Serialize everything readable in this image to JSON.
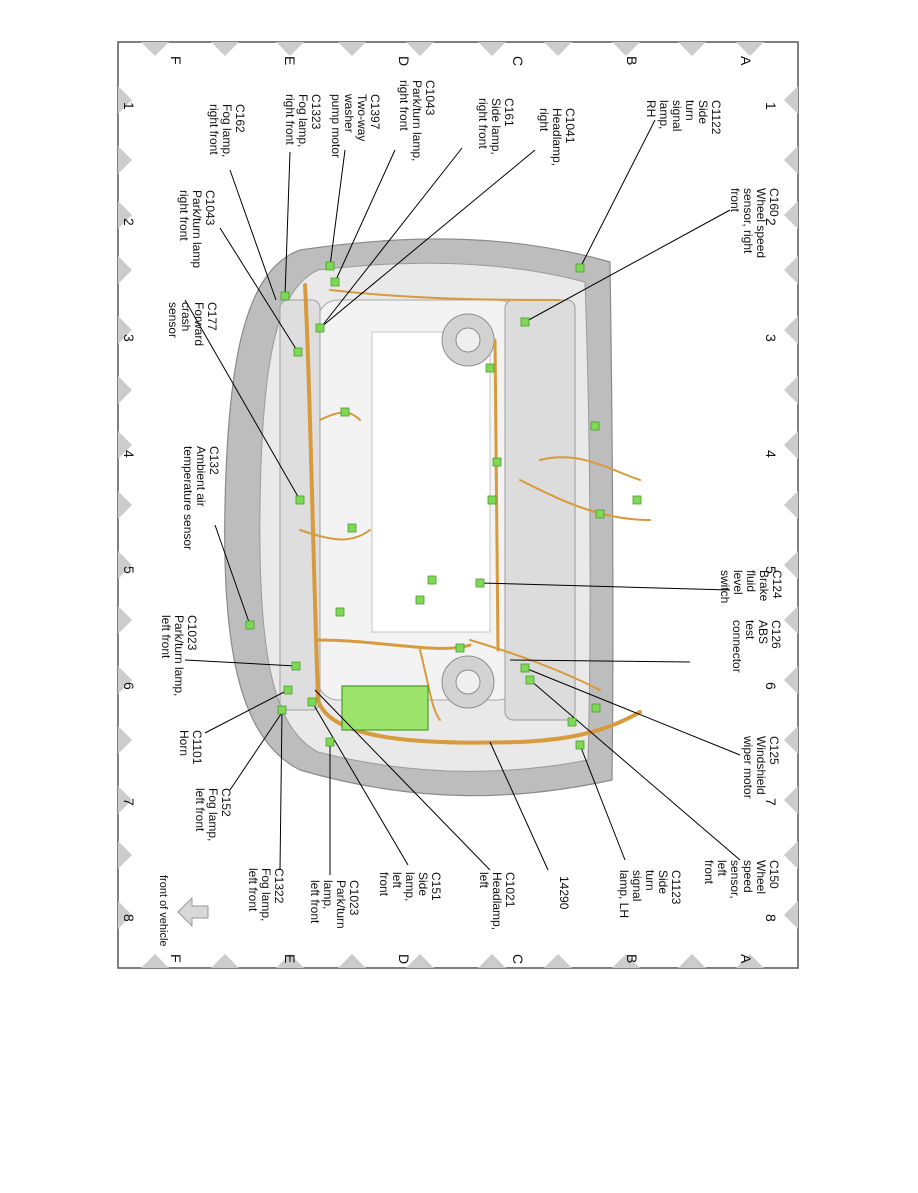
{
  "grid": {
    "rows": [
      "A",
      "B",
      "C",
      "D",
      "E",
      "F"
    ],
    "cols": [
      "1",
      "2",
      "3",
      "4",
      "5",
      "6",
      "7",
      "8"
    ]
  },
  "front_note": "front of vehicle",
  "labels": [
    {
      "id": "c1122",
      "lines": [
        "C1122",
        "Side",
        "turn",
        "signal",
        "lamp,",
        "RH"
      ]
    },
    {
      "id": "c160",
      "lines": [
        "C160",
        "Wheel speed",
        "sensor, right",
        "front"
      ]
    },
    {
      "id": "c1041",
      "lines": [
        "C1041",
        "Headlamp,",
        "right"
      ]
    },
    {
      "id": "c161",
      "lines": [
        "C161",
        "Side lamp,",
        "right front"
      ]
    },
    {
      "id": "c1043a",
      "lines": [
        "C1043",
        "Park/turn lamp,",
        "right front"
      ]
    },
    {
      "id": "c1397",
      "lines": [
        "C1397",
        "Two-way",
        "washer",
        "pump motor"
      ]
    },
    {
      "id": "c1323",
      "lines": [
        "C1323",
        "Fog lamp,",
        "right front"
      ]
    },
    {
      "id": "c162",
      "lines": [
        "C162",
        "Fog lamp,",
        "right front"
      ]
    },
    {
      "id": "c1043b",
      "lines": [
        "C1043",
        "Park/turn lamp",
        "right front"
      ]
    },
    {
      "id": "c177",
      "lines": [
        "C177",
        "Forward",
        "crash",
        "sensor"
      ]
    },
    {
      "id": "c132",
      "lines": [
        "C132",
        "Ambient air",
        "temperature sensor"
      ]
    },
    {
      "id": "c1023a",
      "lines": [
        "C1023",
        "Park/turn lamp,",
        "left front"
      ]
    },
    {
      "id": "c1101",
      "lines": [
        "C1101",
        "Horn"
      ]
    },
    {
      "id": "c152",
      "lines": [
        "C152",
        "Fog lamp,",
        "left front"
      ]
    },
    {
      "id": "c1322",
      "lines": [
        "C1322",
        "Fog lamp,",
        "left front"
      ]
    },
    {
      "id": "c1023b",
      "lines": [
        "C1023",
        "Park/turn",
        "lamp,",
        "left front"
      ]
    },
    {
      "id": "c151",
      "lines": [
        "C151",
        "Side",
        "lamp,",
        "left",
        "front"
      ]
    },
    {
      "id": "c1021",
      "lines": [
        "C1021",
        "Headlamp,",
        "left"
      ]
    },
    {
      "id": "n14290",
      "lines": [
        "14290"
      ]
    },
    {
      "id": "c1123",
      "lines": [
        "C1123",
        "Side",
        "turn",
        "signal",
        "lamp, LH"
      ]
    },
    {
      "id": "c150",
      "lines": [
        "C150",
        "Wheel",
        "speed",
        "sensor,",
        "left",
        "front"
      ]
    },
    {
      "id": "c125",
      "lines": [
        "C125",
        "Windshield",
        "wiper motor"
      ]
    },
    {
      "id": "c126",
      "lines": [
        "C126",
        "ABS",
        "test",
        "connector"
      ]
    },
    {
      "id": "c124",
      "lines": [
        "C124",
        "Brake",
        "fluid",
        "level",
        "switch"
      ]
    }
  ],
  "colors": {
    "frame": "#555555",
    "body_gray": "#b9b9b9",
    "harness": "#d79a3c",
    "connector": "#7ed957",
    "fuse_box": "#9be36a",
    "marker": "#cccccc"
  }
}
